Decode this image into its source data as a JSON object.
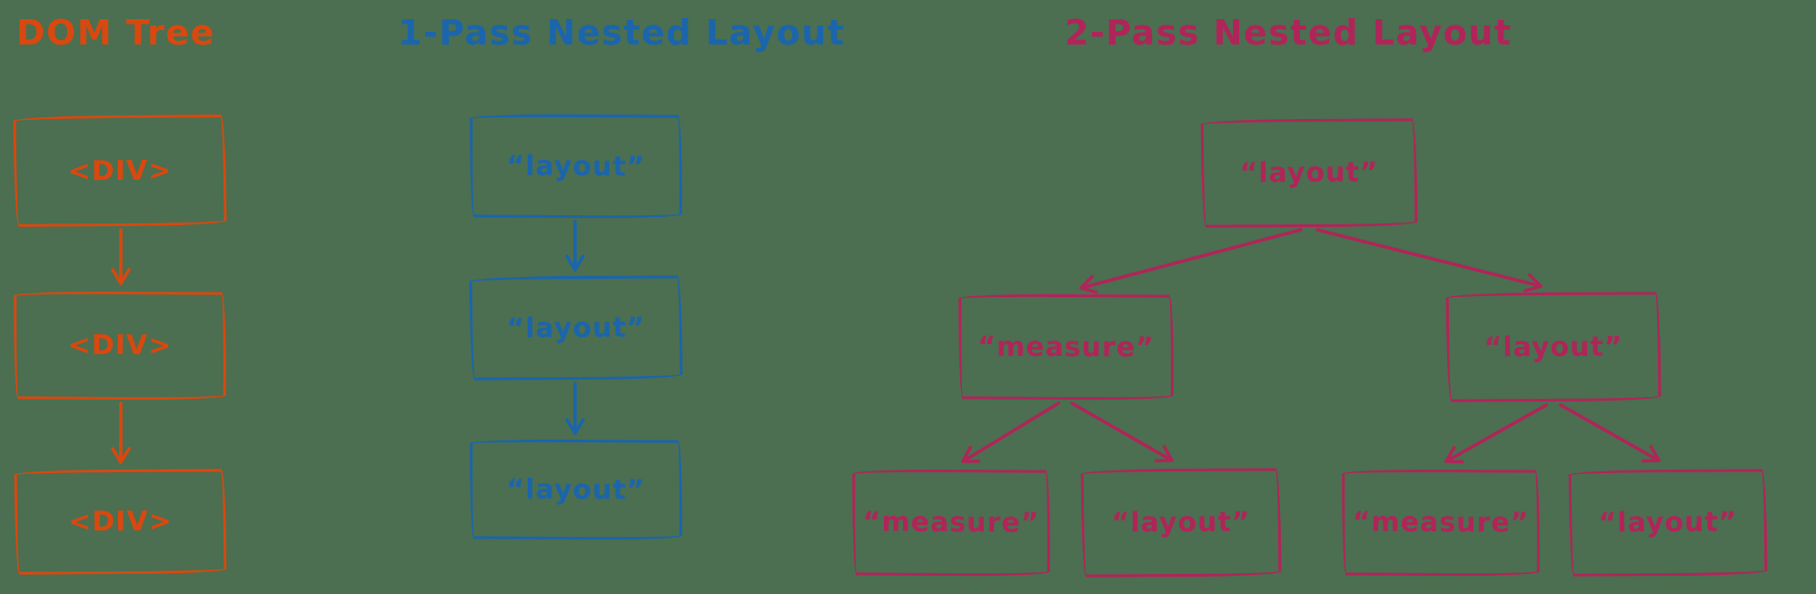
{
  "canvas_background": "#4b6f50",
  "sections": [
    {
      "title": "DOM Tree",
      "color": "#d9480f",
      "nodes": [
        {
          "label": "<DIV>"
        },
        {
          "label": "<DIV>"
        },
        {
          "label": "<DIV>"
        }
      ]
    },
    {
      "title": "1-Pass Nested Layout",
      "color": "#1b65ad",
      "nodes": [
        {
          "label": "“layout”"
        },
        {
          "label": "“layout”"
        },
        {
          "label": "“layout”"
        }
      ]
    },
    {
      "title": "2-Pass Nested Layout",
      "color": "#b02559",
      "tree": {
        "root": {
          "label": "“layout”"
        },
        "children": [
          {
            "label": "“measure”"
          },
          {
            "label": "“layout”"
          }
        ],
        "grandchildren": [
          {
            "label": "“measure”"
          },
          {
            "label": "“layout”"
          },
          {
            "label": "“measure”"
          },
          {
            "label": "“layout”"
          }
        ]
      }
    }
  ]
}
